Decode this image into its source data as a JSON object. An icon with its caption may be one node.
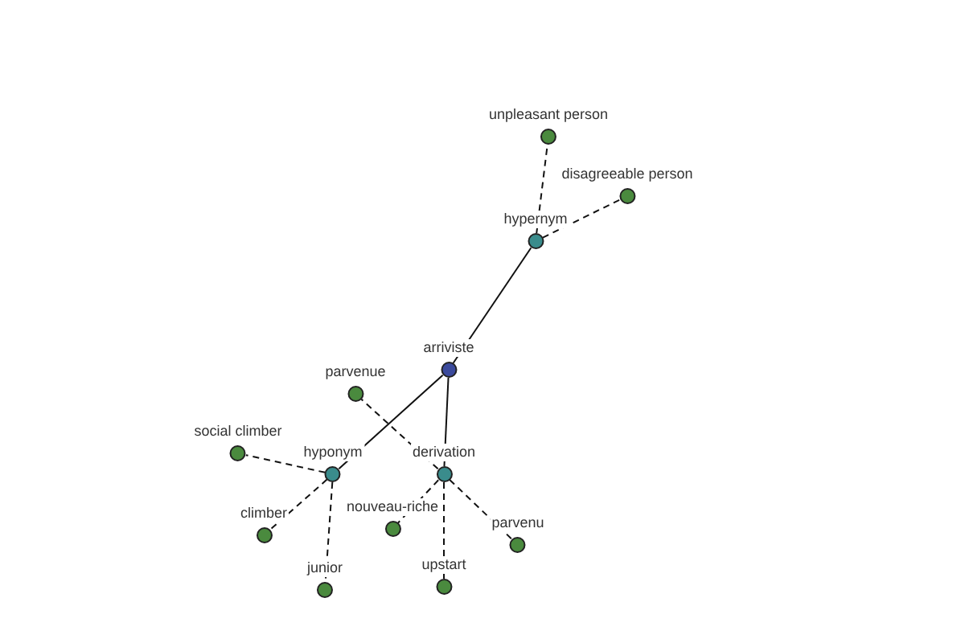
{
  "diagram": {
    "nodes": [
      {
        "text": [
          "arriviste"
        ]
      },
      {
        "text": [
          "hypernym"
        ]
      },
      {
        "text": [
          "unpleasant person"
        ]
      },
      {
        "text": [
          "disagreeable person"
        ]
      },
      {
        "text": [
          "hyponym"
        ]
      },
      {
        "text": [
          "derivation"
        ]
      },
      {
        "text": [
          "parvenue"
        ]
      },
      {
        "text": [
          "social climber"
        ]
      },
      {
        "text": [
          "climber"
        ]
      },
      {
        "text": [
          "junior"
        ]
      },
      {
        "text": [
          "nouveau-riche"
        ]
      },
      {
        "text": [
          "upstart"
        ]
      },
      {
        "text": [
          "parvenu"
        ]
      }
    ],
    "edges": [
      {
        "from": 0,
        "to": 1,
        "arrow": "none"
      },
      {
        "from": 1,
        "to": 2,
        "arrow": "none",
        "style": "dashed"
      },
      {
        "from": 1,
        "to": 3,
        "arrow": "none",
        "style": "dashed"
      },
      {
        "from": 0,
        "to": 4,
        "arrow": "none"
      },
      {
        "from": 0,
        "to": 5,
        "arrow": "none"
      },
      {
        "from": 4,
        "to": 7,
        "arrow": "none",
        "style": "dashed"
      },
      {
        "from": 4,
        "to": 8,
        "arrow": "none",
        "style": "dashed"
      },
      {
        "from": 4,
        "to": 9,
        "arrow": "none",
        "style": "dashed"
      },
      {
        "from": 5,
        "to": 6,
        "arrow": "none",
        "style": "dashed"
      },
      {
        "from": 5,
        "to": 10,
        "arrow": "none",
        "style": "dashed"
      },
      {
        "from": 5,
        "to": 11,
        "arrow": "none",
        "style": "dashed"
      },
      {
        "from": 5,
        "to": 12,
        "arrow": "none",
        "style": "dashed"
      }
    ]
  }
}
